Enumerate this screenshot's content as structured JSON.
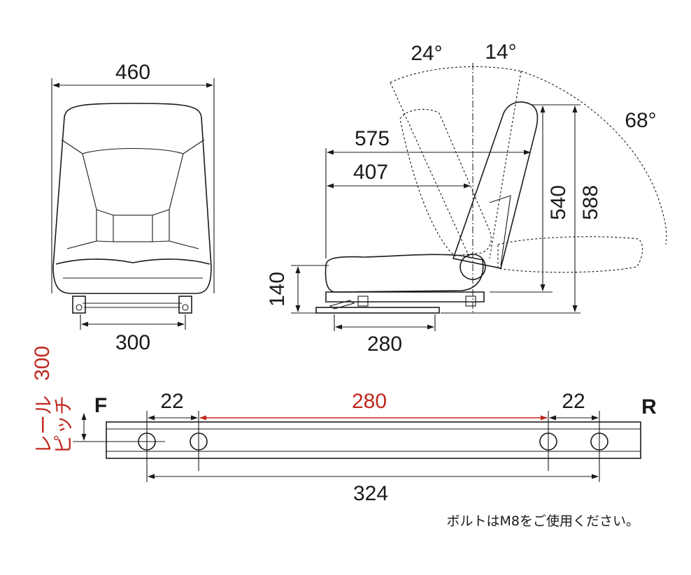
{
  "front_view": {
    "width_label": "460",
    "slide_pitch_label": "300"
  },
  "side_view": {
    "angle_forward": "24°",
    "angle_back": "14°",
    "angle_recline": "68°",
    "depth_overall": "575",
    "depth_seat": "407",
    "height_back": "540",
    "height_overall": "588",
    "height_seat": "140",
    "base_label": "280"
  },
  "rail": {
    "front_letter": "F",
    "rear_letter": "R",
    "offset_front": "22",
    "center_distance": "280",
    "offset_rear": "22",
    "total_length": "324",
    "rail_pitch_value": "300",
    "rail_pitch_text_col1": "レール",
    "rail_pitch_text_col2": "ピッチ"
  },
  "note": "ボルトはM8をご使用ください。",
  "colors": {
    "line": "#1a1a1a",
    "accent_red": "#c0281e"
  }
}
